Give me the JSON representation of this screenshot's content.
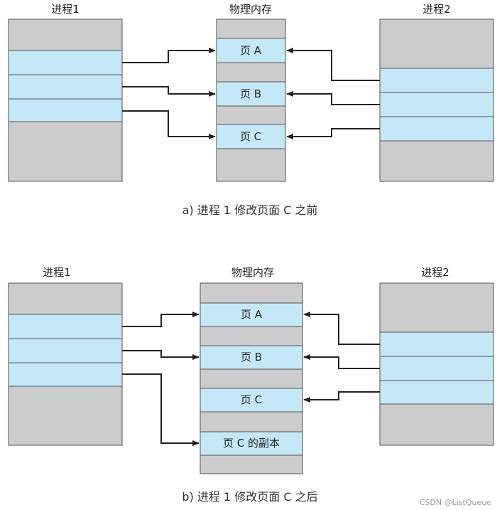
{
  "colors": {
    "page_fill": "#c5e8f8",
    "empty_fill": "#cccccc",
    "arrow": "#222222"
  },
  "diagram_a": {
    "process1_title": "进程1",
    "memory_title": "物理内存",
    "process2_title": "进程2",
    "pages": [
      "页 A",
      "页 B",
      "页 C"
    ],
    "caption": "a)  进程 1 修改页面 C 之前"
  },
  "diagram_b": {
    "process1_title": "进程1",
    "memory_title": "物理内存",
    "process2_title": "进程2",
    "pages": [
      "页 A",
      "页 B",
      "页 C",
      "页 C 的副本"
    ],
    "caption": "b)  进程 1 修改页面 C 之后"
  },
  "watermark": "CSDN @ListQueue"
}
